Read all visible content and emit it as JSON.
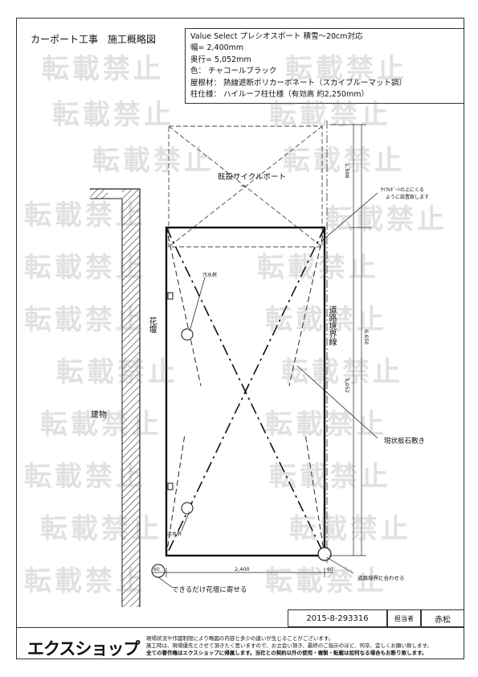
{
  "title": "カーポート工事　施工概略図",
  "spec_lines": [
    "Value Select プレシオスポート 積雪～20cm対応",
    "幅= 2,400mm",
    "奥行= 5,052mm",
    "色： チャコールブラック",
    "屋根材： 熱線遮断ポリカーボネート（スカイブルーマット調）",
    "柱仕様： ハイルーフ柱仕様（有効高 約2,250mm）"
  ],
  "labels": {
    "existing_cycleport": "既設サイクルポート",
    "cycleport_note_1": "ｻｲｸﾙﾎﾟｰﾄの上にくる",
    "cycleport_note_2": "ように設置致します",
    "drain_top": "汚水桝",
    "drain_bottom": "汚水桝",
    "flower_bed": "花壇",
    "building": "建物",
    "road_boundary": "道路境界線",
    "paving": "現状板石敷き",
    "align_boundary": "道路境界に合わせる",
    "near_flowerbed": "できるだけ花壇に寄せる"
  },
  "dimensions": {
    "width": "2,400",
    "left_offset": "60",
    "right_offset": "60",
    "depth": "5,052",
    "total": "6,650",
    "top": "1,598"
  },
  "footer": {
    "doc_number": "2015-8-293316",
    "person_label": "担当者",
    "person": "赤松",
    "logo": "エクスショップ",
    "note_1": "現場状況や作図制限により略図の内容と多少の違いが生じることがございます。",
    "note_2": "施工時は、現場優先とさせて頂きたく思いますので、お立会い頂き、最終のご指示のほど、何卒、宜しくお願い致します。",
    "note_3": "全ての著作権はエクスショップに帰属します。当社との契約以外の使用・複製・転載は如何なる場合もお断り致します。"
  },
  "watermark": "転載禁止"
}
